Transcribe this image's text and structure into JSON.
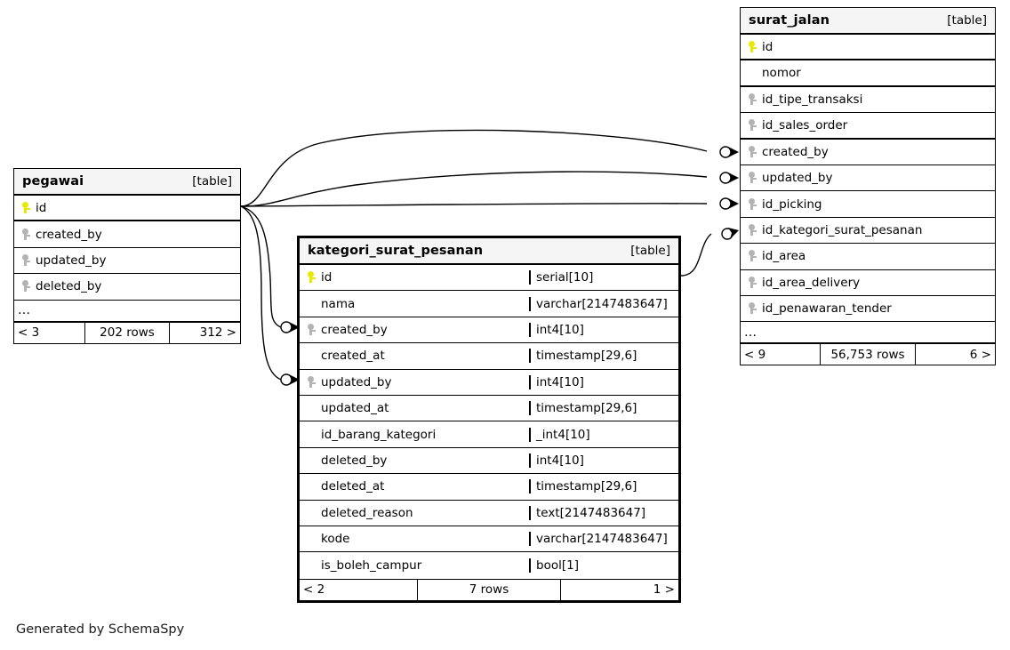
{
  "diagram": {
    "generator_text": "Generated by SchemaSpy",
    "table_tag": "[table]"
  },
  "tables": {
    "pegawai": {
      "name": "pegawai",
      "tag": "[table]",
      "columns": [
        {
          "name": "id",
          "key": "pk",
          "type": ""
        },
        {
          "name": "created_by",
          "key": "fk",
          "type": ""
        },
        {
          "name": "updated_by",
          "key": "fk",
          "type": ""
        },
        {
          "name": "deleted_by",
          "key": "fk",
          "type": ""
        }
      ],
      "ellipsis": "…",
      "footer": {
        "prev": "< 3",
        "rows": "202 rows",
        "next": "312 >"
      }
    },
    "kategori_surat_pesanan": {
      "name": "kategori_surat_pesanan",
      "tag": "[table]",
      "columns": [
        {
          "name": "id",
          "key": "pk",
          "type": "serial[10]"
        },
        {
          "name": "nama",
          "key": "none",
          "type": "varchar[2147483647]"
        },
        {
          "name": "created_by",
          "key": "fk",
          "type": "int4[10]"
        },
        {
          "name": "created_at",
          "key": "none",
          "type": "timestamp[29,6]"
        },
        {
          "name": "updated_by",
          "key": "fk",
          "type": "int4[10]"
        },
        {
          "name": "updated_at",
          "key": "none",
          "type": "timestamp[29,6]"
        },
        {
          "name": "id_barang_kategori",
          "key": "none",
          "type": "_int4[10]"
        },
        {
          "name": "deleted_by",
          "key": "none",
          "type": "int4[10]"
        },
        {
          "name": "deleted_at",
          "key": "none",
          "type": "timestamp[29,6]"
        },
        {
          "name": "deleted_reason",
          "key": "none",
          "type": "text[2147483647]"
        },
        {
          "name": "kode",
          "key": "none",
          "type": "varchar[2147483647]"
        },
        {
          "name": "is_boleh_campur",
          "key": "none",
          "type": "bool[1]"
        }
      ],
      "footer": {
        "prev": "< 2",
        "rows": "7 rows",
        "next": "1 >"
      }
    },
    "surat_jalan": {
      "name": "surat_jalan",
      "tag": "[table]",
      "columns": [
        {
          "name": "id",
          "key": "pk",
          "type": ""
        },
        {
          "name": "nomor",
          "key": "none",
          "type": ""
        },
        {
          "name": "id_tipe_transaksi",
          "key": "fk",
          "type": ""
        },
        {
          "name": "id_sales_order",
          "key": "fk",
          "type": ""
        },
        {
          "name": "created_by",
          "key": "fk",
          "type": ""
        },
        {
          "name": "updated_by",
          "key": "fk",
          "type": ""
        },
        {
          "name": "id_picking",
          "key": "fk",
          "type": ""
        },
        {
          "name": "id_kategori_surat_pesanan",
          "key": "fk",
          "type": ""
        },
        {
          "name": "id_area",
          "key": "fk",
          "type": ""
        },
        {
          "name": "id_area_delivery",
          "key": "fk",
          "type": ""
        },
        {
          "name": "id_penawaran_tender",
          "key": "fk",
          "type": ""
        }
      ],
      "ellipsis": "…",
      "footer": {
        "prev": "< 9",
        "rows": "56,753 rows",
        "next": "6 >"
      }
    }
  },
  "relationships": [
    {
      "from": "pegawai.id",
      "to": "surat_jalan.created_by"
    },
    {
      "from": "pegawai.id",
      "to": "surat_jalan.updated_by"
    },
    {
      "from": "pegawai.id",
      "to": "surat_jalan.id_picking"
    },
    {
      "from": "pegawai.id",
      "to": "kategori_surat_pesanan.created_by"
    },
    {
      "from": "pegawai.id",
      "to": "kategori_surat_pesanan.updated_by"
    },
    {
      "from": "kategori_surat_pesanan.id",
      "to": "surat_jalan.id_kategori_surat_pesanan"
    }
  ],
  "colors": {
    "primary_key": "#e8e800",
    "foreign_key": "#b3b3b3",
    "header_bg": "#f5f5f5",
    "line": "#000000",
    "background": "#ffffff"
  }
}
